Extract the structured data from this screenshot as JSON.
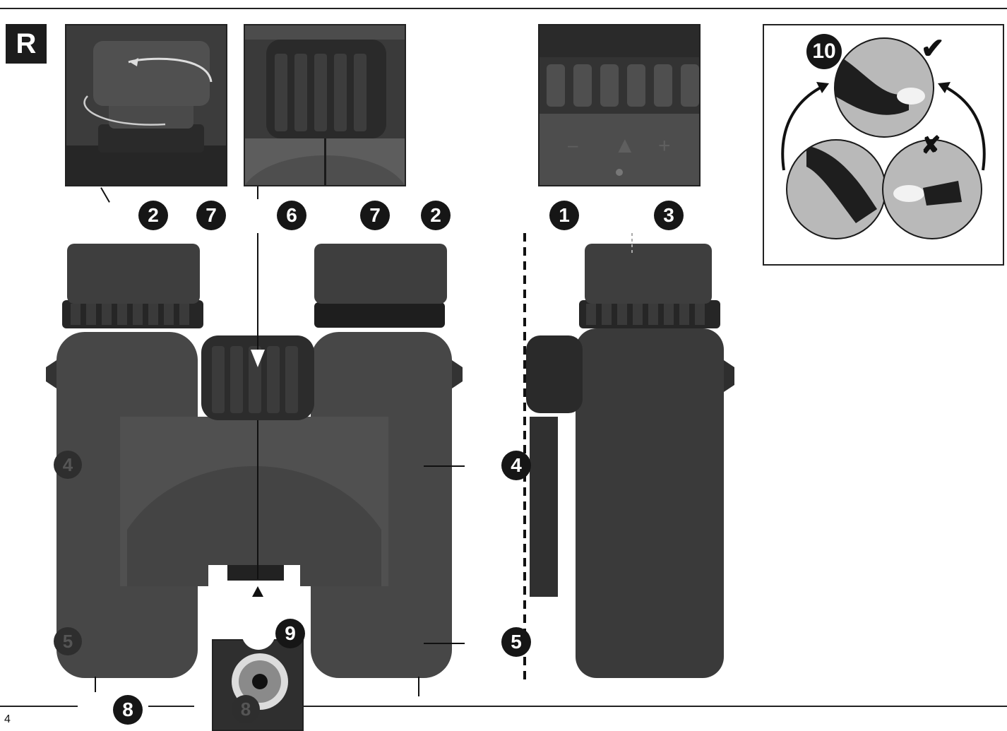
{
  "section_label": "R",
  "page_number": "4",
  "callouts": {
    "eyecup_left": "2",
    "diopter_left": "7",
    "focus_wheel": "6",
    "diopter_right": "7",
    "eyecup_right": "2",
    "diopter_ring_side": "1",
    "diopter_scale_side": "3",
    "strap_left": "4",
    "strap_side": "4",
    "lens_left": "5",
    "lens_side": "5",
    "tripod_cap": "9",
    "objective_bottom": "8",
    "objective_cap": "8",
    "alignment": "10"
  },
  "alignment_marks": {
    "correct": "✔",
    "incorrect": "✘"
  },
  "colors": {
    "body": "#4a4a4a",
    "dark": "#1e1e1e",
    "callout": "#161616",
    "panel_bg": "#b8b8b8"
  }
}
